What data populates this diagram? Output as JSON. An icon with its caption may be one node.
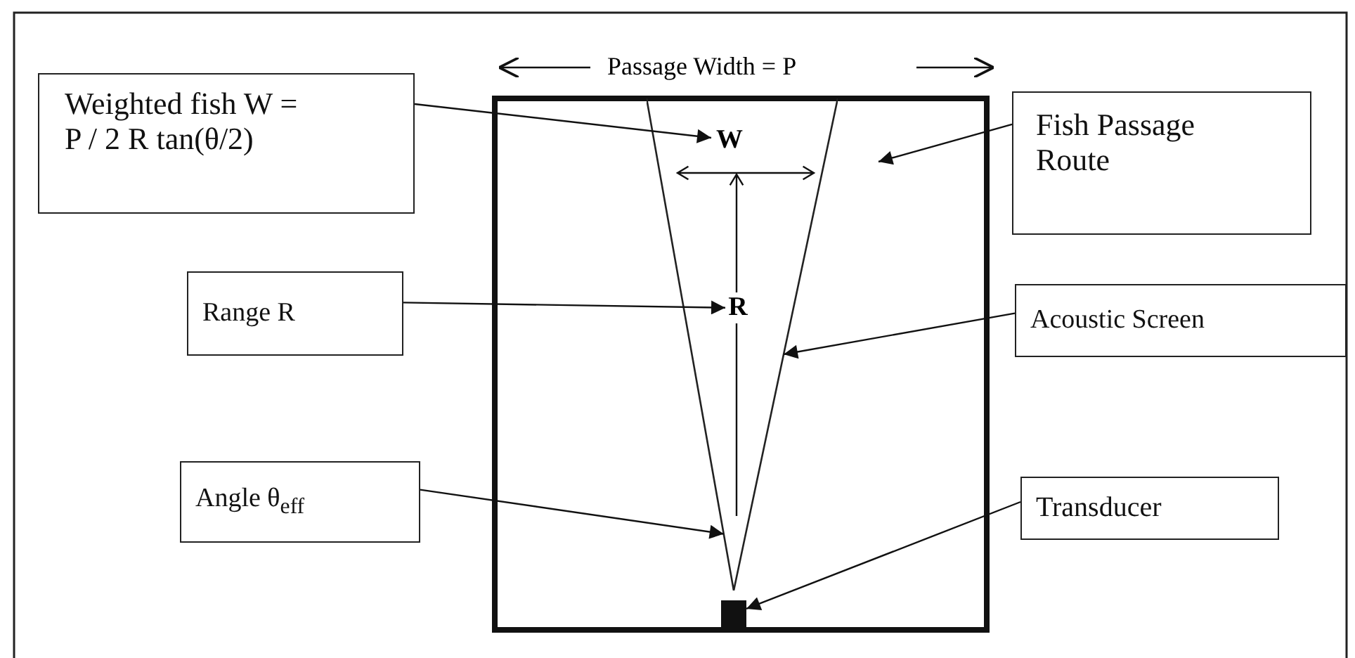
{
  "diagram": {
    "nodes": [
      {
        "text": [
          "Weighted fish W = P / 2 R tan(θ/2)"
        ]
      },
      {
        "text": [
          "Fish Passage Route"
        ]
      },
      {
        "text": [],
        "shape": "box"
      },
      {
        "text": [],
        "shape": "triangle",
        "in": 2
      },
      {
        "text": [
          "W"
        ],
        "in": 3
      },
      {
        "text": [
          "Range R"
        ]
      },
      {
        "text": [
          "R"
        ],
        "in": 3
      },
      {
        "text": [
          "Acoustic Screen"
        ]
      },
      {
        "text": [
          "Angle θ$_{eff}$"
        ]
      },
      {
        "text": [
          "Transducer"
        ]
      },
      {
        "text": [],
        "shape": "box",
        "in": 2
      }
    ],
    "edges": [
      {
        "from": 0,
        "to": 4,
        "arrow": "to"
      },
      {
        "from": 1,
        "to": 2,
        "arrow": "to"
      },
      {
        "from": 5,
        "to": 6,
        "arrow": "to"
      },
      {
        "from": 7,
        "to": 3,
        "arrow": "to"
      },
      {
        "from": 8,
        "to": 3,
        "arrow": "to"
      },
      {
        "from": 9,
        "to": 10,
        "arrow": "to"
      }
    ],
    "labels": [
      "Passage Width = P"
    ]
  }
}
